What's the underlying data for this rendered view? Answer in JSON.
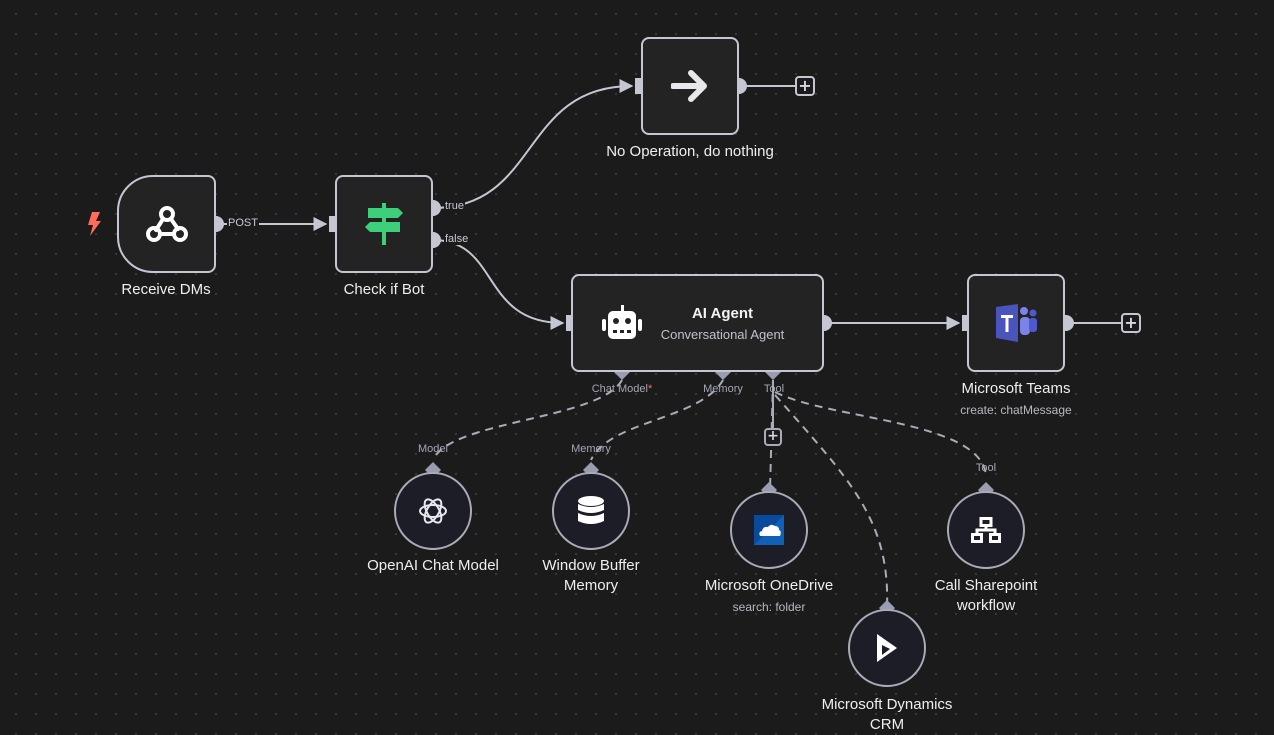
{
  "canvas": {
    "background": "#1b1b1c",
    "accent_trigger": "#ff6d5a",
    "node_border": "#c4c6d2",
    "port_color": "#c4c6d2",
    "sub_port_color": "#9a9cb0"
  },
  "nodes": {
    "receive_dms": {
      "name": "Receive DMs",
      "icon": "webhook-icon",
      "output_label": "POST",
      "trigger_icon": "lightning-bolt-icon"
    },
    "check_if_bot": {
      "name": "Check if Bot",
      "icon": "signpost-icon",
      "icon_color": "#3ecf7a",
      "outputs": [
        "true",
        "false"
      ]
    },
    "no_op": {
      "name": "No Operation, do nothing",
      "icon": "arrow-right-icon"
    },
    "ai_agent": {
      "name": "AI Agent",
      "subtitle": "Conversational Agent",
      "icon": "robot-icon",
      "inputs": [
        {
          "label": "Chat Model",
          "required": "*"
        },
        {
          "label": "Memory"
        },
        {
          "label": "Tool"
        }
      ]
    },
    "teams": {
      "name": "Microsoft Teams",
      "subtitle": "create: chatMessage",
      "icon": "microsoft-teams-icon",
      "icon_color": "#4b53bc"
    },
    "openai": {
      "name": "OpenAI Chat Model",
      "port_label": "Model",
      "icon": "openai-icon"
    },
    "memory": {
      "name_line1": "Window Buffer",
      "name_line2": "Memory",
      "port_label": "Memory",
      "icon": "database-icon"
    },
    "onedrive": {
      "name": "Microsoft OneDrive",
      "subtitle": "search: folder",
      "icon": "onedrive-icon",
      "icon_color": "#0a4a9c"
    },
    "sharepoint": {
      "name_line1": "Call Sharepoint",
      "name_line2": "workflow",
      "port_label": "Tool",
      "icon": "network-icon"
    },
    "dynamics": {
      "name_line1": "Microsoft Dynamics",
      "name_line2": "CRM",
      "icon": "dynamics-icon"
    }
  },
  "buttons": {
    "add_symbol": "+"
  }
}
